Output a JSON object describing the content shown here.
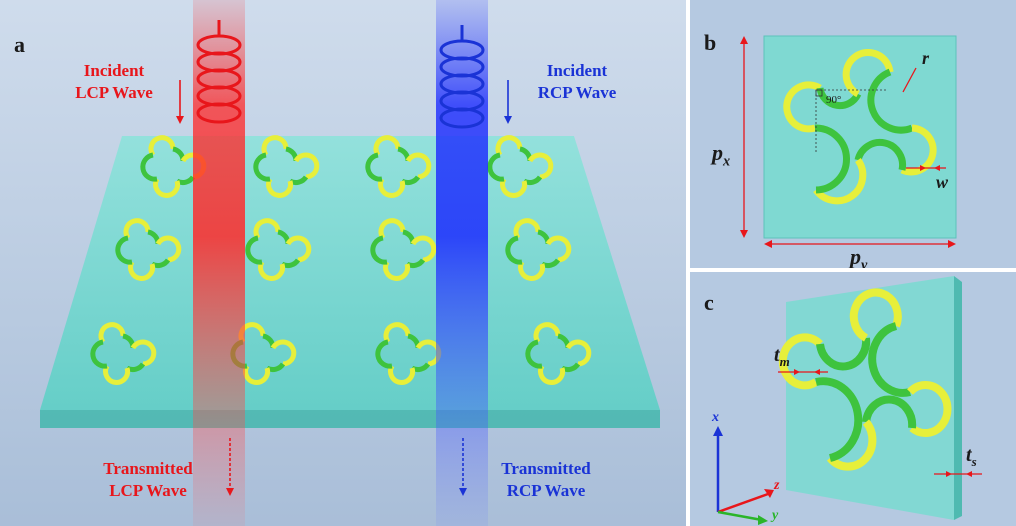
{
  "panel_a": {
    "label": "a",
    "incident_lcp": [
      "Incident",
      "LCP Wave"
    ],
    "incident_rcp": [
      "Incident",
      "RCP Wave"
    ],
    "transmitted_lcp": [
      "Transmitted",
      "LCP Wave"
    ],
    "transmitted_rcp": [
      "Transmitted",
      "RCP Wave"
    ]
  },
  "panel_b": {
    "label": "b",
    "r": "r",
    "angle": "90°",
    "px_base": "p",
    "px_sub": "x",
    "py_base": "p",
    "py_sub": "y",
    "w": "w"
  },
  "panel_c": {
    "label": "c",
    "tm_base": "t",
    "tm_sub": "m",
    "ts_base": "t",
    "ts_sub": "s",
    "axis_x": "x",
    "axis_y": "y",
    "axis_z": "z"
  },
  "colors": {
    "lcp": "#e8161b",
    "rcp": "#1a33d6",
    "substrate": "#6fd6cf",
    "ring_yellow": "#e7ef3a",
    "ring_green": "#3ec33e",
    "background": "#b6c8de"
  }
}
